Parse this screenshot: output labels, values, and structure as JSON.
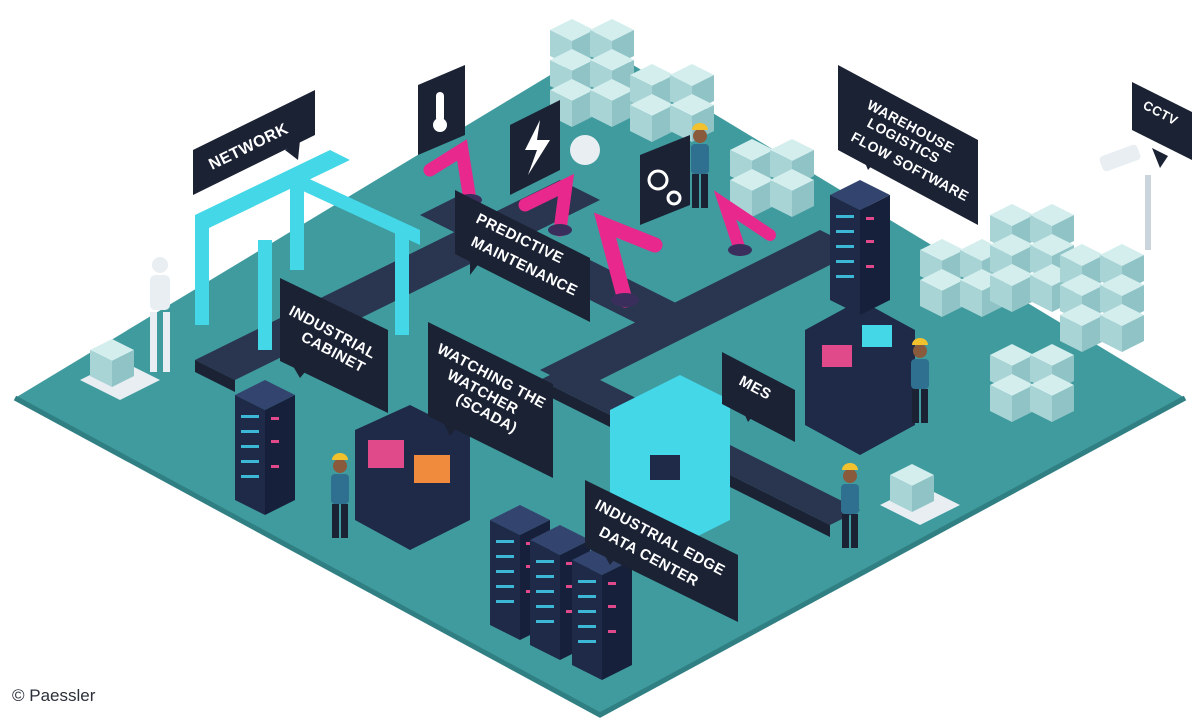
{
  "labels": {
    "network": "NETWORK",
    "predictive": [
      "PREDICTIVE",
      "MAINTENANCE"
    ],
    "warehouse": [
      "WAREHOUSE",
      "LOGISTICS",
      "FLOW SOFTWARE"
    ],
    "cctv": "CCTV",
    "cabinet": [
      "INDUSTRIAL",
      "CABINET"
    ],
    "scada": [
      "WATCHING THE",
      "WATCHER",
      "(SCADA)"
    ],
    "mes": "MES",
    "edge": [
      "INDUSTRIAL EDGE",
      "DATA CENTER"
    ]
  },
  "credit": "© Paessler",
  "colors": {
    "floor": "#3f9b9e",
    "floor_edge": "#2f7f83",
    "label_box": "#1b2234",
    "accent_cyan": "#44d7e8",
    "robot_pink": "#e8288c",
    "crate": "#bfe3e4",
    "server": "#1e2a48"
  }
}
